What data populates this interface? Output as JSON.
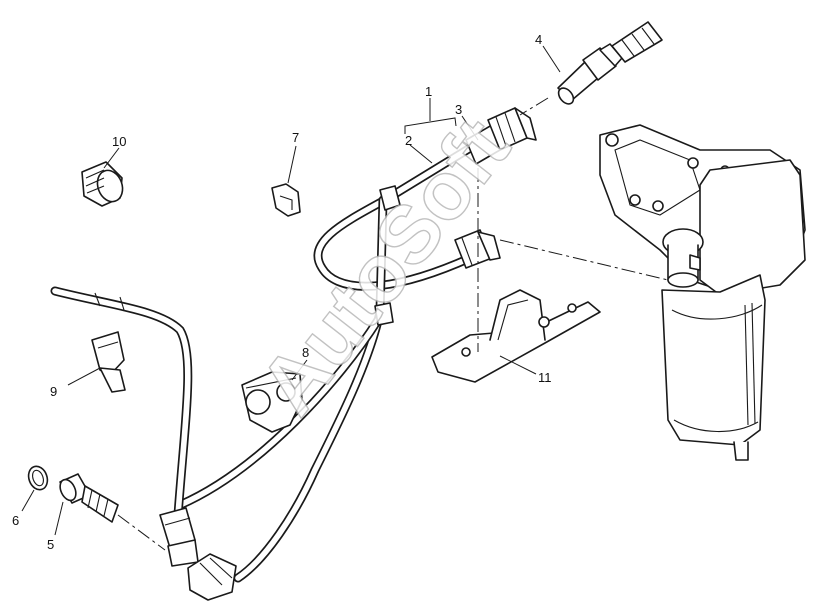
{
  "watermark": "AutoSoft",
  "callouts": [
    "1",
    "2",
    "3",
    "4",
    "5",
    "6",
    "7",
    "8",
    "9",
    "10",
    "11"
  ],
  "colors": {
    "line": "#1a1a1a",
    "background": "#ffffff",
    "watermark_outline": "#b8b8b8"
  }
}
